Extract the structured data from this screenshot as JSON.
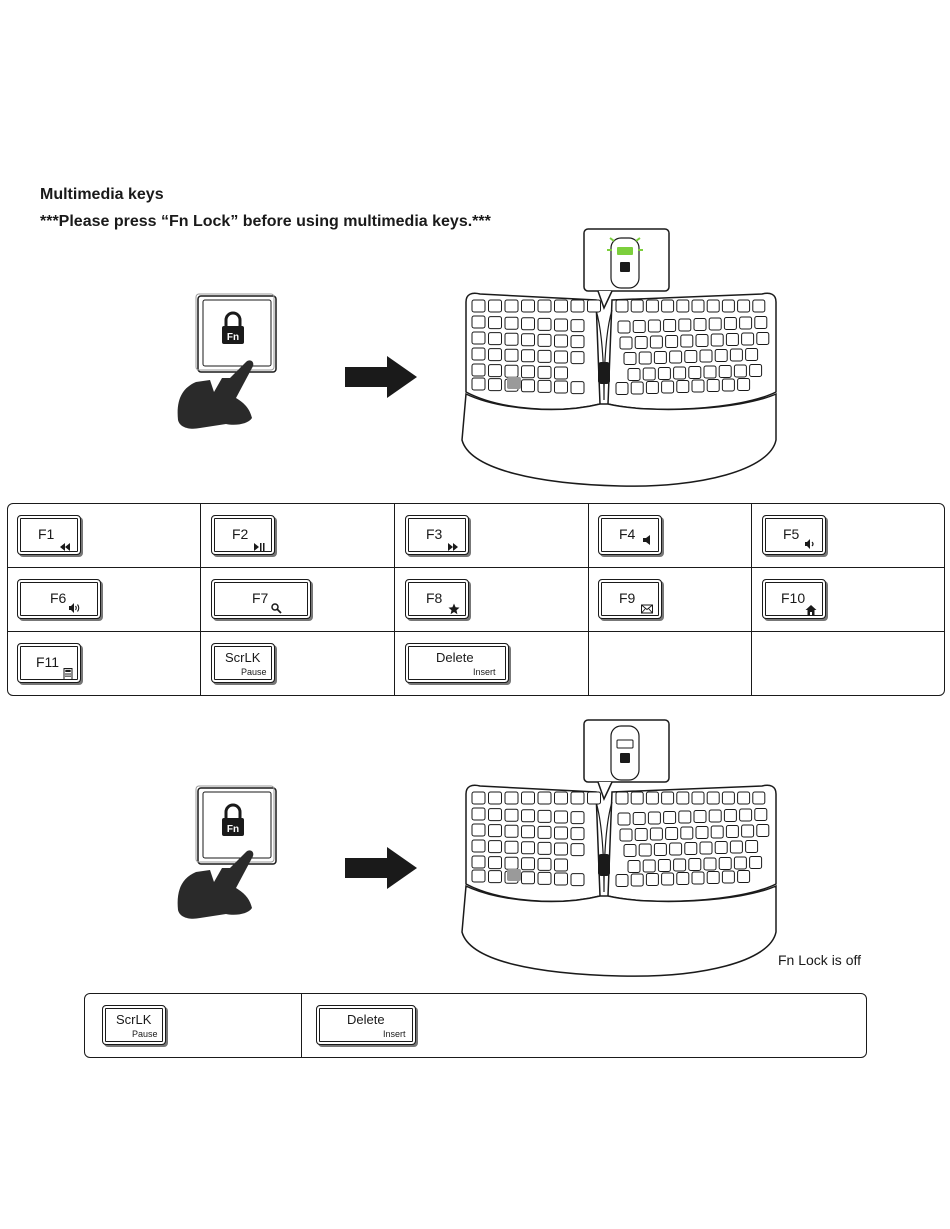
{
  "heading": "Multimedia keys",
  "notice": "***Please press “Fn Lock” before using multimedia keys.***",
  "fn_lock_caption": "Fn Lock is off",
  "colors": {
    "led_green": "#7ccf3c",
    "ink": "#1a1a1a",
    "hand": "#2a2a2a",
    "highlight_key": "#9a9a9a"
  },
  "fnlock_key": {
    "icon": "lock-icon",
    "label": "Fn"
  },
  "multimedia_table": [
    [
      {
        "label": "F1",
        "icon": "rewind-icon"
      },
      {
        "label": "F2",
        "icon": "play-pause-icon"
      },
      {
        "label": "F3",
        "icon": "fast-forward-icon"
      },
      {
        "label": "F4",
        "icon": "mute-icon"
      },
      {
        "label": "F5",
        "icon": "volume-down-icon"
      }
    ],
    [
      {
        "label": "F6",
        "icon": "volume-up-icon"
      },
      {
        "label": "F7",
        "icon": "search-icon"
      },
      {
        "label": "F8",
        "icon": "star-icon"
      },
      {
        "label": "F9",
        "icon": "mail-icon"
      },
      {
        "label": "F10",
        "icon": "home-icon"
      }
    ],
    [
      {
        "label": "F11",
        "icon": "calculator-icon"
      },
      {
        "label": "ScrLK",
        "sub": "Pause"
      },
      {
        "label": "Delete",
        "sub": "Insert"
      }
    ]
  ],
  "off_table": [
    {
      "label": "ScrLK",
      "sub": "Pause"
    },
    {
      "label": "Delete",
      "sub": "Insert"
    }
  ]
}
